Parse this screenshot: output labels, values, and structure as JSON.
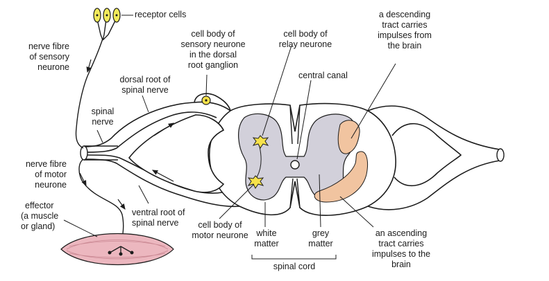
{
  "labels": {
    "receptor_cells": "receptor cells",
    "nerve_fibre_sensory": [
      "nerve fibre",
      "of sensory",
      "neurone"
    ],
    "dorsal_root": [
      "dorsal root of",
      "spinal nerve"
    ],
    "cell_body_sensory": [
      "cell body of",
      "sensory neurone",
      "in the dorsal",
      "root ganglion"
    ],
    "cell_body_relay": [
      "cell body of",
      "relay neurone"
    ],
    "descending_tract": [
      "a descending",
      "tract carries",
      "impulses from",
      "the brain"
    ],
    "central_canal": "central canal",
    "spinal_nerve": [
      "spinal",
      "nerve"
    ],
    "nerve_fibre_motor": [
      "nerve fibre",
      "of motor",
      "neurone"
    ],
    "effector": [
      "effector",
      "(a muscle",
      "or gland)"
    ],
    "ventral_root": [
      "ventral root of",
      "spinal nerve"
    ],
    "cell_body_motor": [
      "cell body of",
      "motor neurone"
    ],
    "white_matter": [
      "white",
      "matter"
    ],
    "grey_matter": [
      "grey",
      "matter"
    ],
    "spinal_cord": "spinal cord",
    "ascending_tract": [
      "an ascending",
      "tract carries",
      "impulses to the",
      "brain"
    ]
  },
  "colors": {
    "grey_matter": "#d2d0da",
    "tract": "#f1c4a0",
    "muscle": "#ecb7bf",
    "receptor": "#f2ea5a",
    "neurone_body": "#f7e24a",
    "line": "#1c1c1c"
  }
}
